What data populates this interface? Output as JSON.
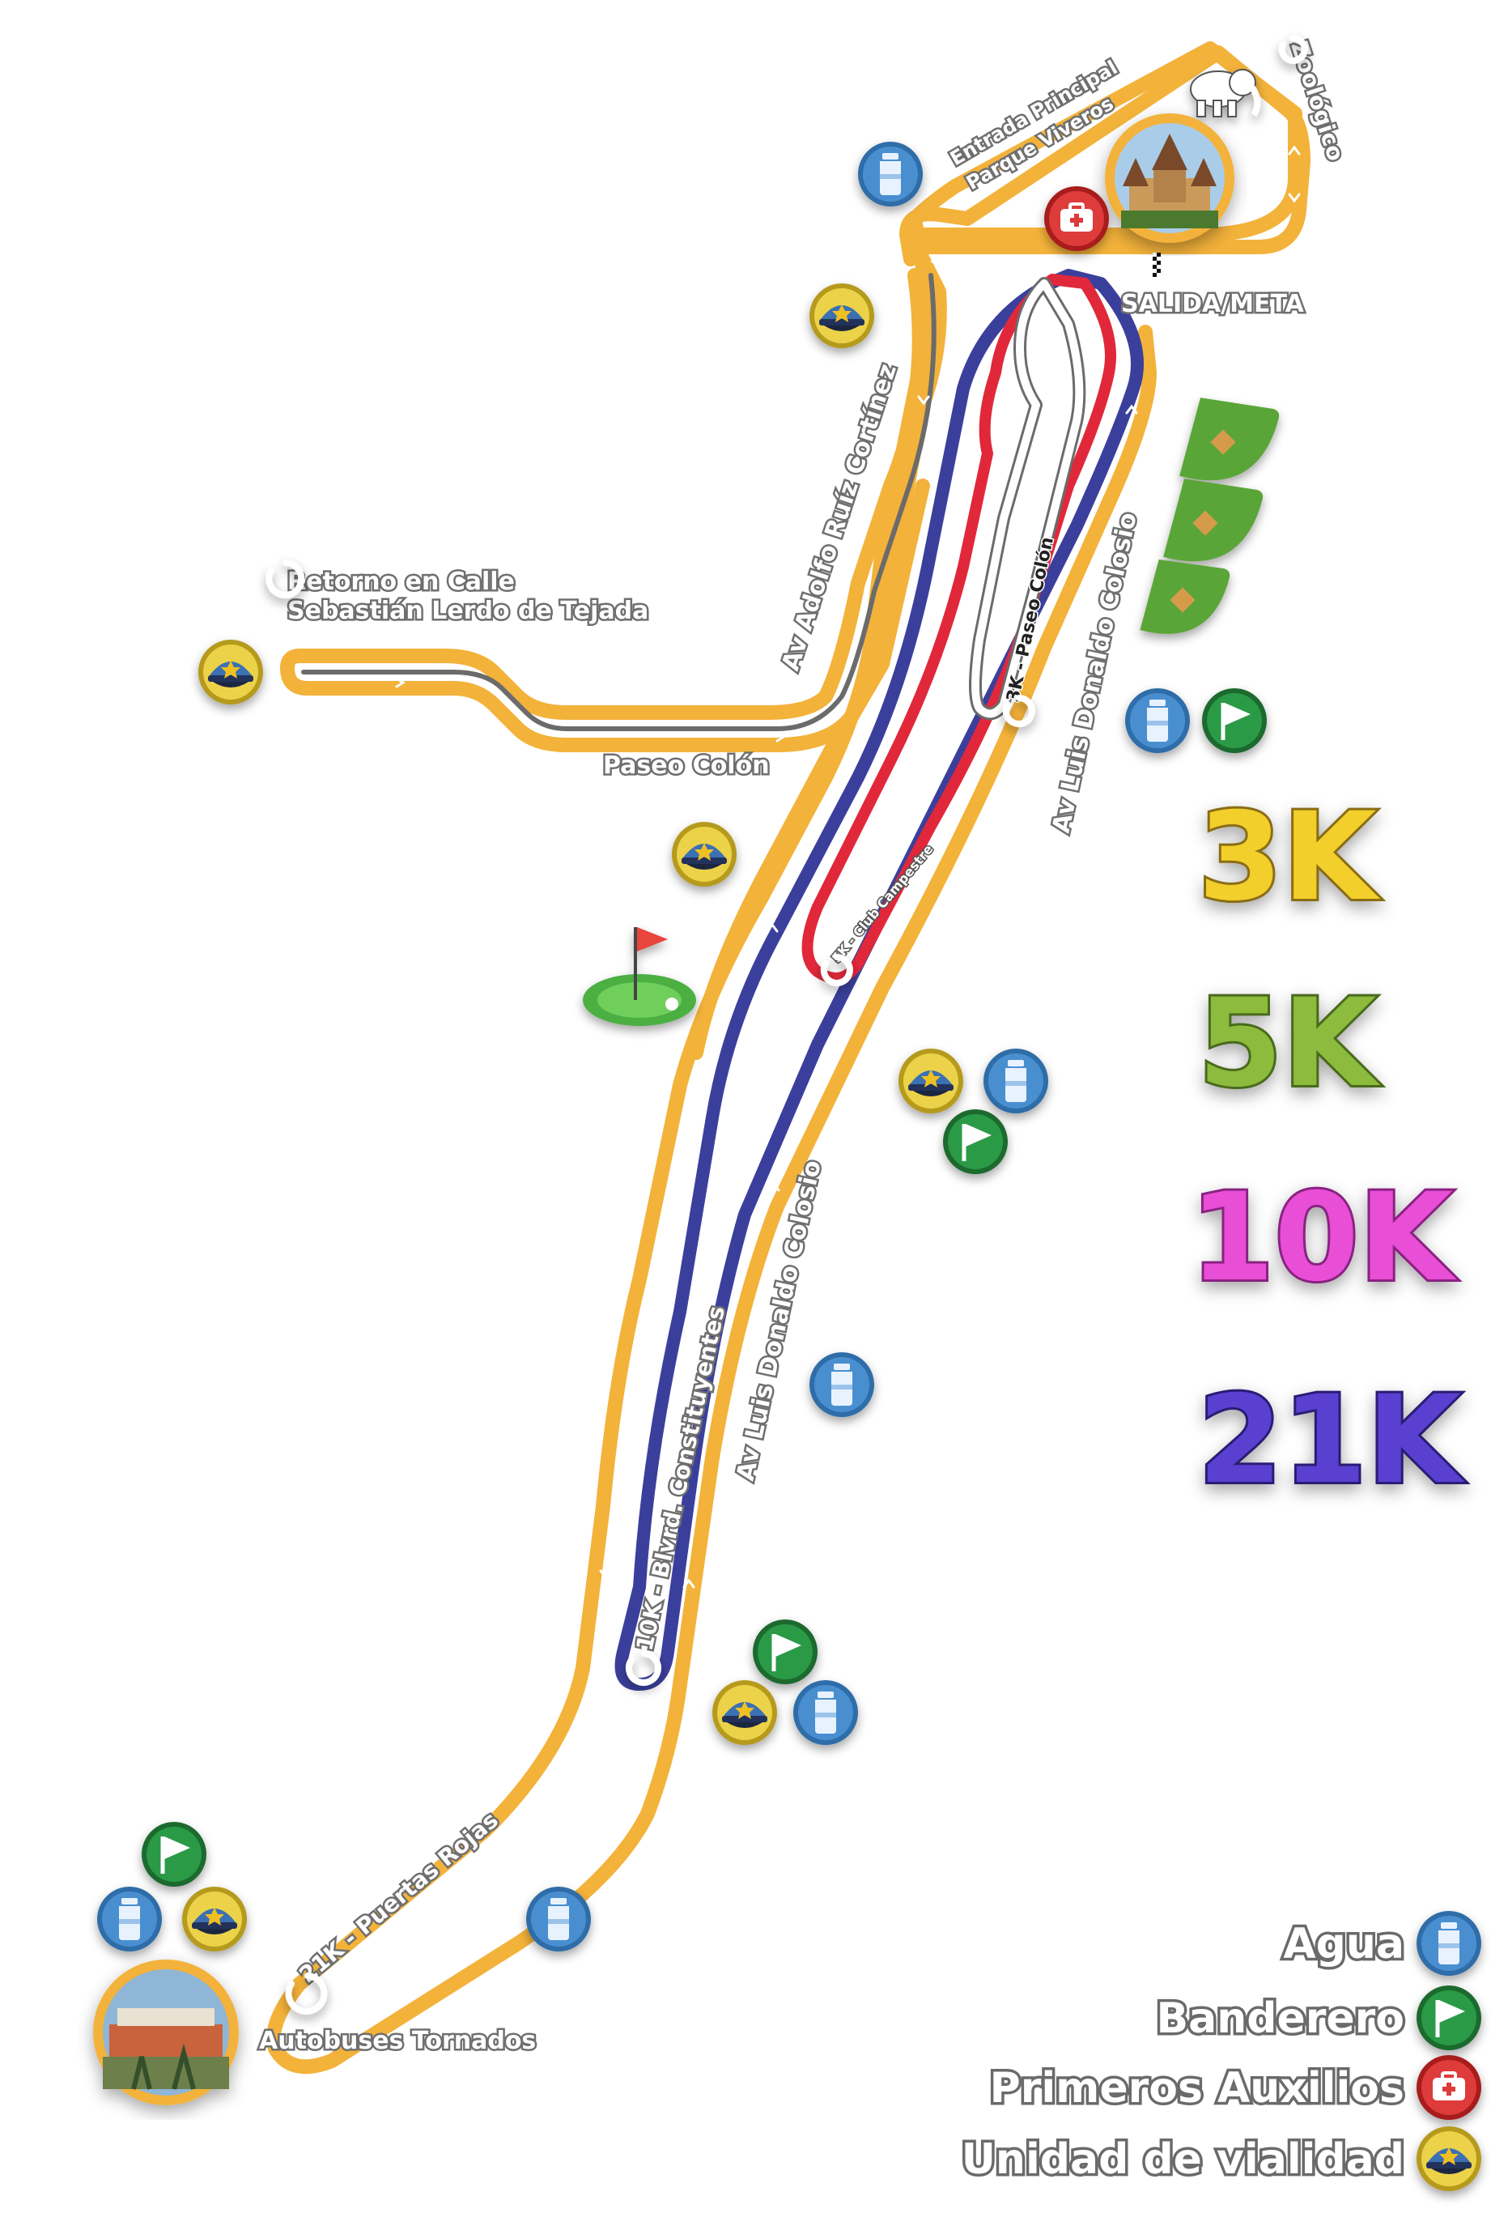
{
  "colors": {
    "track_21k": "#f3b23a",
    "track_10k": "#3b3f9c",
    "track_5k": "#e0283a",
    "track_3k": "#ffffff",
    "track_grey": "#6b6b6b",
    "water": "#3f7fbf",
    "flag": "#1f8a3b",
    "first_aid": "#d62b2b",
    "vialidad": "#e9c43a"
  },
  "labels": {
    "zoologico": "Zoológico",
    "entrada_l1": "Entrada Principal",
    "entrada_l2": "Parque Viveros",
    "salida_meta": "SALIDA/META",
    "av_adolfo": "Av Adolfo Ruíz Cortínez",
    "retorno_l1": "Retorno en Calle",
    "retorno_l2": "Sebastián Lerdo de Tejada",
    "paseo_colon": "Paseo Colón",
    "av_colosio_top": "Av Luis Donaldo Colosio",
    "av_colosio_mid": "Av Luis Donaldo Colosio",
    "ret_3k": "3K - Paseo Colón",
    "ret_5k": "5K - Club Campestre",
    "ret_10k": "10K - Blvrd. Constituyentes",
    "ret_21k": "21K - Puertas Rojas",
    "autobuses": "Autobuses Tornados"
  },
  "distances": [
    "3K",
    "5K",
    "10K",
    "21K"
  ],
  "distance_colors": [
    "#f2cf2b",
    "#8dbb3d",
    "#e84fd6",
    "#5a3fd0"
  ],
  "legend": [
    {
      "label": "Agua",
      "icon": "water-bottle-icon"
    },
    {
      "label": "Banderero",
      "icon": "flag-icon"
    },
    {
      "label": "Primeros Auxilios",
      "icon": "first-aid-icon"
    },
    {
      "label": "Unidad de vialidad",
      "icon": "police-cap-icon"
    }
  ]
}
